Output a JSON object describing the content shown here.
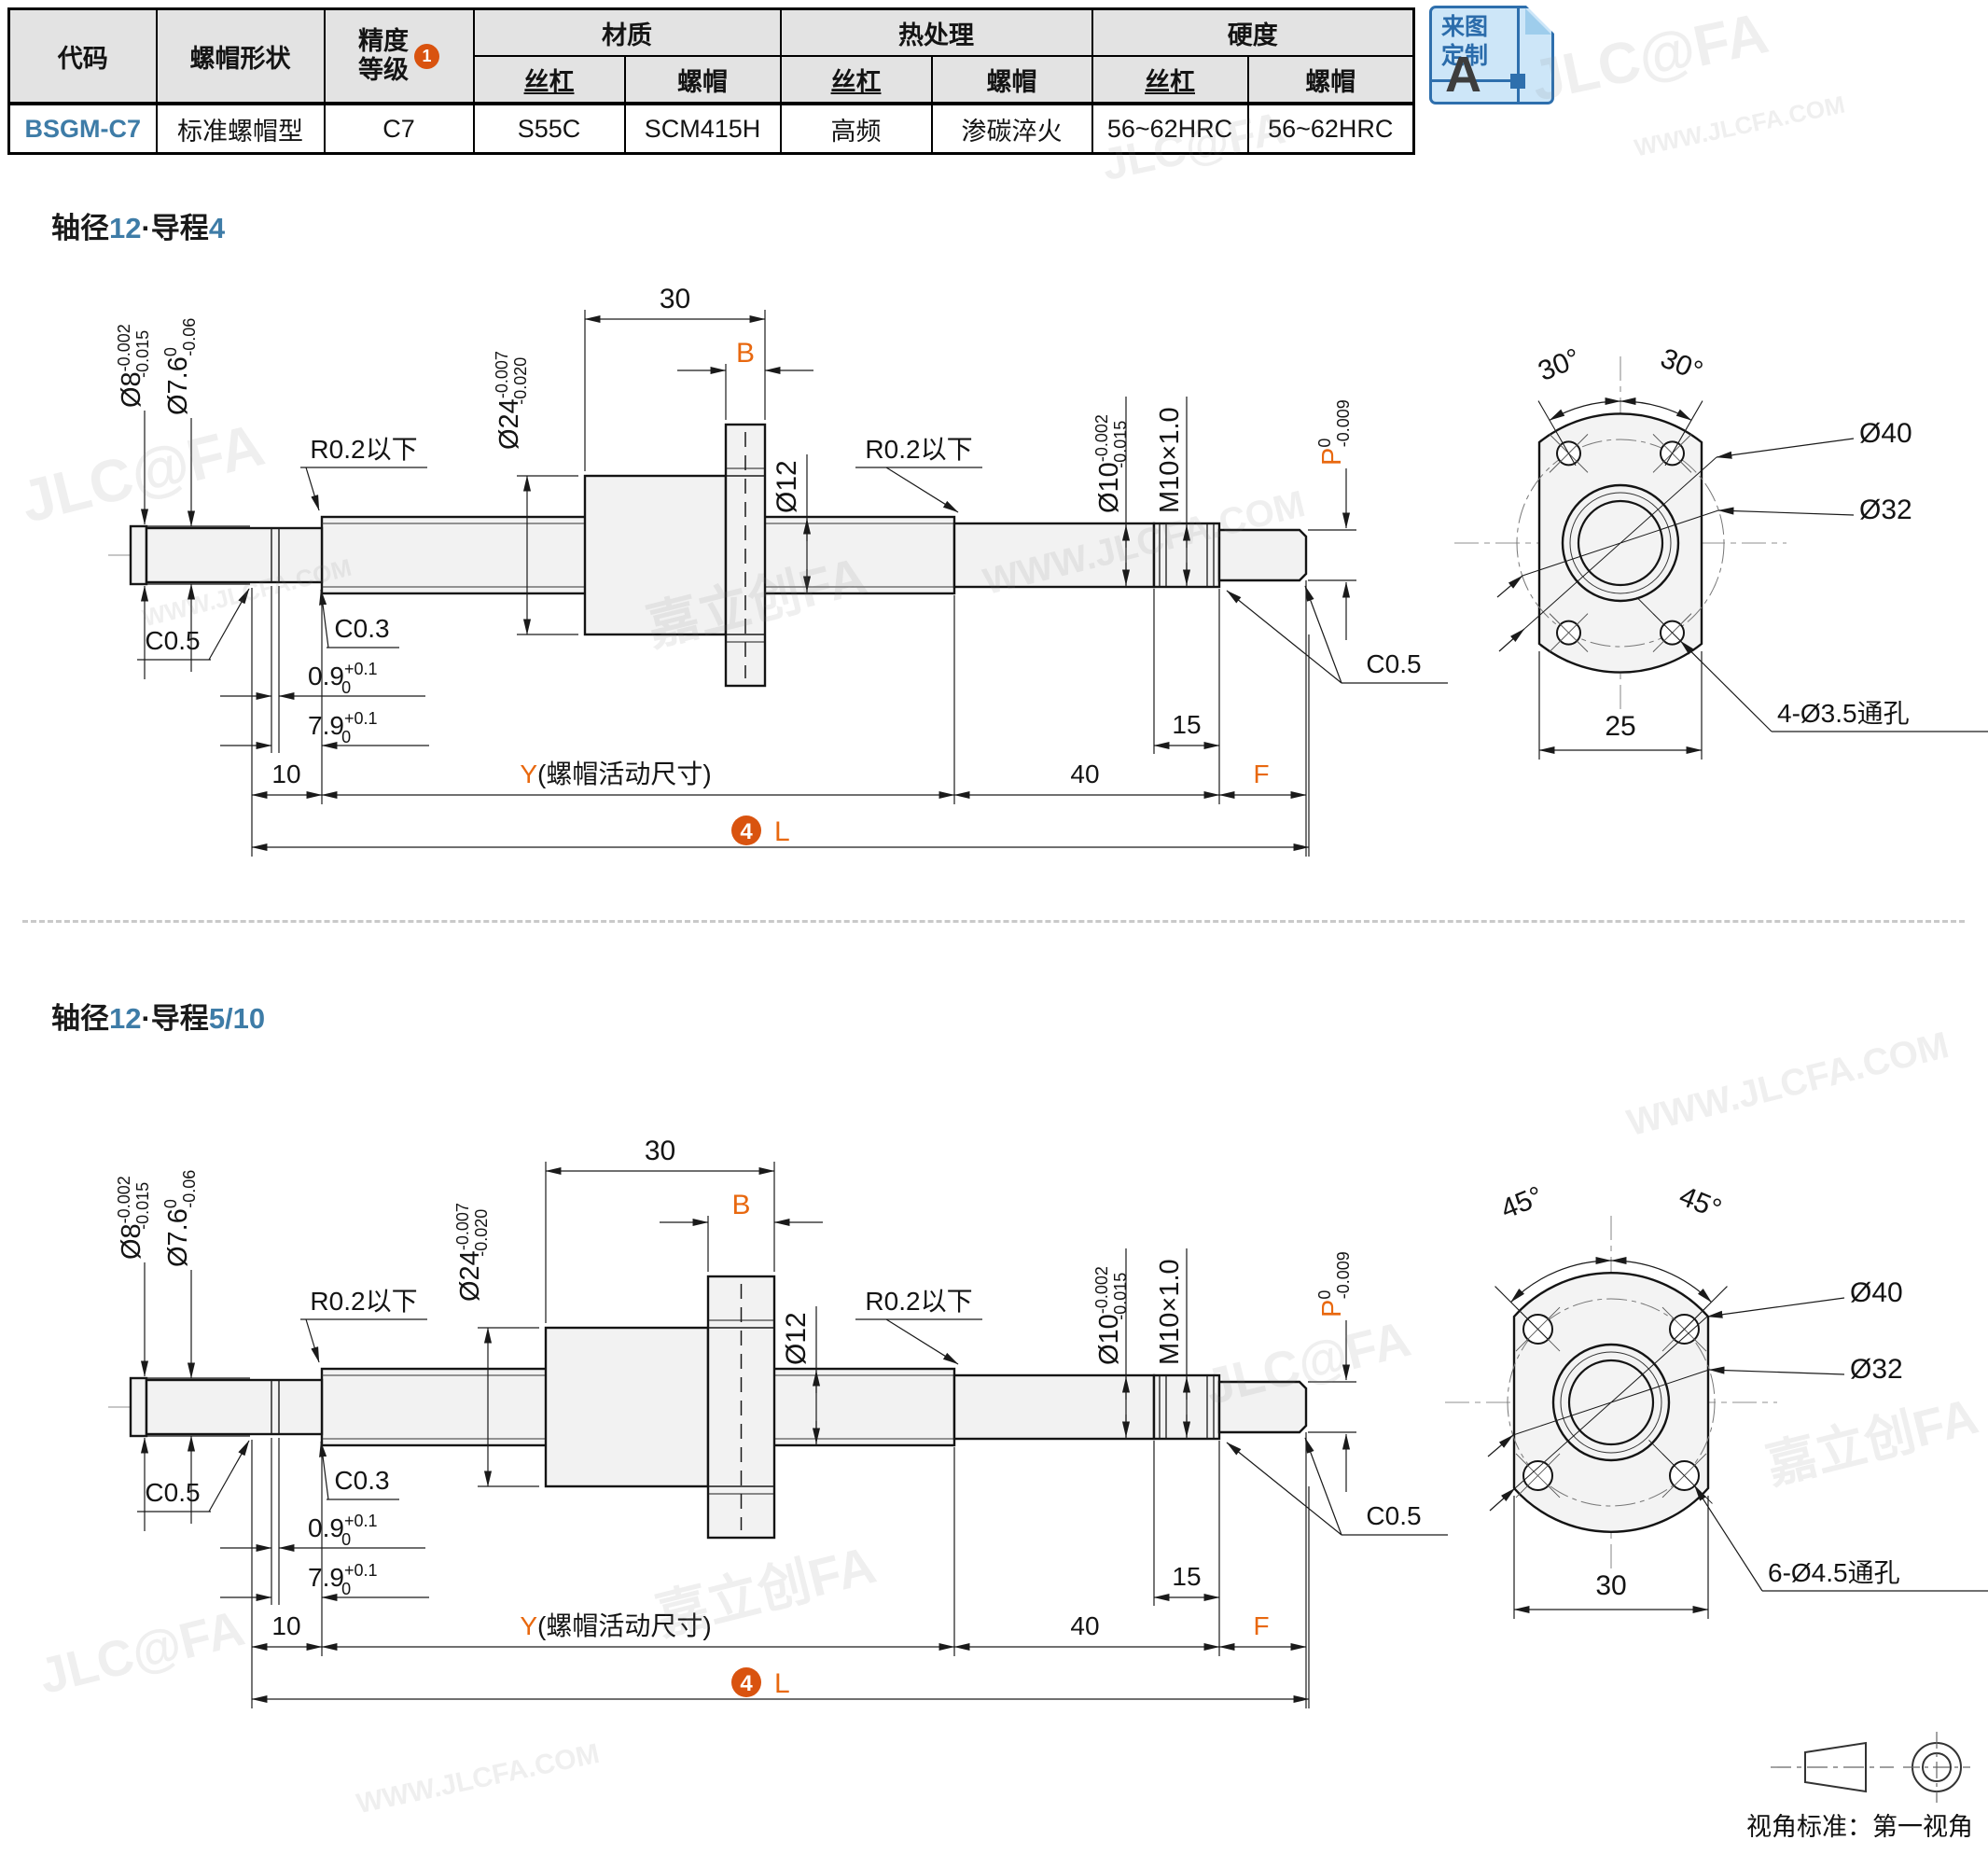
{
  "table": {
    "headers": {
      "code": "代码",
      "nut_shape": "螺帽形状",
      "precision_l1": "精度",
      "precision_l2": "等级",
      "note": "1",
      "material": "材质",
      "heat": "热处理",
      "hardness": "硬度",
      "screw": "丝杠",
      "nut": "螺帽"
    },
    "row": {
      "code": "BSGM-C7",
      "nut_shape": "标准螺帽型",
      "precision": "C7",
      "material_screw": "S55C",
      "material_nut": "SCM415H",
      "heat_screw": "高频",
      "heat_nut": "渗碳淬火",
      "hardness_screw": "56~62HRC",
      "hardness_nut": "56~62HRC"
    }
  },
  "badge": {
    "line1": "来图",
    "line2": "定制",
    "letter": "A"
  },
  "sections": [
    {
      "title": {
        "prefix": "轴径",
        "diameter": "12",
        "mid": "·导程",
        "lead": "4"
      },
      "end_view": {
        "angle_left": "30°",
        "angle_right": "30°",
        "dia_outer": "Ø40",
        "dia_bolt": "Ø32",
        "holes": "4-Ø3.5通孔",
        "width": "25"
      }
    },
    {
      "title": {
        "prefix": "轴径",
        "diameter": "12",
        "mid": "·导程",
        "lead": "5/10"
      },
      "end_view": {
        "angle_left": "45°",
        "angle_right": "45°",
        "dia_outer": "Ø40",
        "dia_bolt": "Ø32",
        "holes": "6-Ø4.5通孔",
        "width": "30"
      }
    }
  ],
  "side_view": {
    "len_nut": "30",
    "b": "B",
    "dia_nut": {
      "main": "Ø24",
      "up": "-0.007",
      "dn": "-0.020"
    },
    "dia_screw": "Ø12",
    "r_left": "R0.2以下",
    "r_right": "R0.2以下",
    "dia8": {
      "main": "Ø8",
      "up": "-0.002",
      "dn": "-0.015"
    },
    "dia76": {
      "main": "Ø7.6",
      "up": "0",
      "dn": "-0.06"
    },
    "dia10": {
      "main": "Ø10",
      "up": "-0.002",
      "dn": "-0.015"
    },
    "thread": "M10×1.0",
    "p": {
      "main": "P",
      "up": "0",
      "dn": "-0.009"
    },
    "g09": {
      "main": "0.9",
      "up": "+0.1",
      "dn": "0"
    },
    "g79": {
      "main": "7.9",
      "up": "+0.1",
      "dn": "0"
    },
    "c05_left": "C0.5",
    "c03": "C0.3",
    "c05_right": "C0.5",
    "d10": "10",
    "y": "Y",
    "y_suffix": "(螺帽活动尺寸)",
    "d40": "40",
    "d15": "15",
    "f": "F",
    "l_num": "4",
    "l": "L"
  },
  "footer": {
    "view_standard": "视角标准：第一视角"
  },
  "watermark": {
    "t1": "JLC@FA",
    "t2": "嘉立创FA",
    "t3": "WWW.JLCFA.COM"
  },
  "colors": {
    "blue": "#3e7ca7",
    "orange": "#e8680f",
    "badge_orange": "#d9530f",
    "badge_blue": "#2e6fad"
  }
}
